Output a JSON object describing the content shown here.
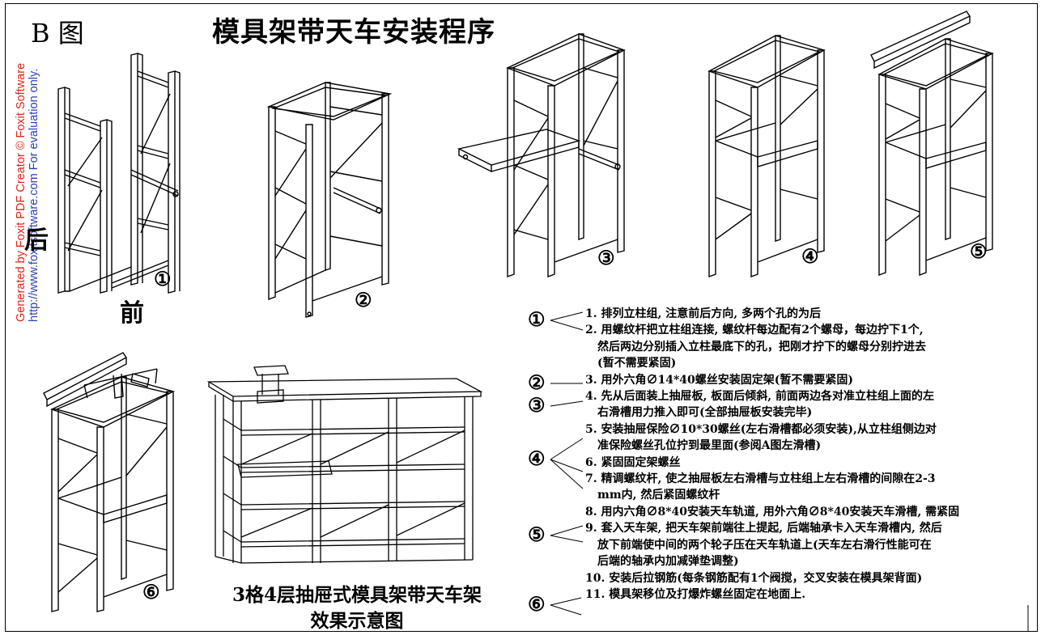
{
  "title": "模具架带天车安装程序",
  "figure_label": "B 图",
  "side_labels": {
    "back": "后",
    "front": "前"
  },
  "watermark": {
    "line1": "Generated by Foxit PDF Creator © Foxit Software",
    "line2": "http://www.foxitsoftware.com   For evaluation only."
  },
  "figure_numbers": [
    "①",
    "②",
    "③",
    "④",
    "⑤",
    "⑥"
  ],
  "caption": {
    "line1": "3格4层抽屉式模具架带天车架",
    "line2": "效果示意图"
  },
  "groups": [
    {
      "marker": "①",
      "steps": [
        "1. 排列立柱组, 注意前后方向, 多两个孔的为后",
        "2. 用螺纹杆把立柱组连接, 螺纹杆每边配有2个螺母，每边拧下1个,",
        "然后两边分别插入立柱最底下的孔，把刚才拧下的螺母分别拧进去",
        "(暂不需要紧固)"
      ]
    },
    {
      "marker": "②",
      "steps": [
        "3. 用外六角∅14*40螺丝安装固定架(暂不需要紧固)"
      ]
    },
    {
      "marker": "③",
      "steps": [
        "4. 先从后面装上抽屉板, 板面后倾斜, 前面两边各对准立柱组上面的左",
        "右滑槽用力推入即可(全部抽屉板安装完毕)"
      ]
    },
    {
      "marker": "④",
      "steps": [
        "5. 安装抽屉保险∅10*30螺丝(左右滑槽都必须安装),从立柱组侧边对",
        "准保险螺丝孔位拧到最里面(参阅A图左滑槽)",
        "6. 紧固固定架螺丝",
        "7. 精调螺纹杆, 使之抽屉板左右滑槽与立柱组上左右滑槽的间隙在2-3",
        "mm内, 然后紧固螺纹杆"
      ]
    },
    {
      "marker": "⑤",
      "steps": [
        "8. 用内六角∅8*40安装天车轨道, 用外六角∅8*40安装天车滑槽, 需紧固",
        "9. 套入天车架, 把天车架前端往上提起, 后端轴承卡入天车滑槽内, 然后",
        "放下前端使中间的两个轮子压在天车轨道上(天车左右滑行性能可在",
        "后端的轴承内加减弹垫调整)"
      ]
    },
    {
      "marker": "⑥",
      "steps": [
        "10. 安装后拉钢筋(每条钢筋配有1个阀搅，交叉安装在模具架背面)",
        "11. 模具架移位及打爆炸螺丝固定在地面上."
      ]
    }
  ]
}
